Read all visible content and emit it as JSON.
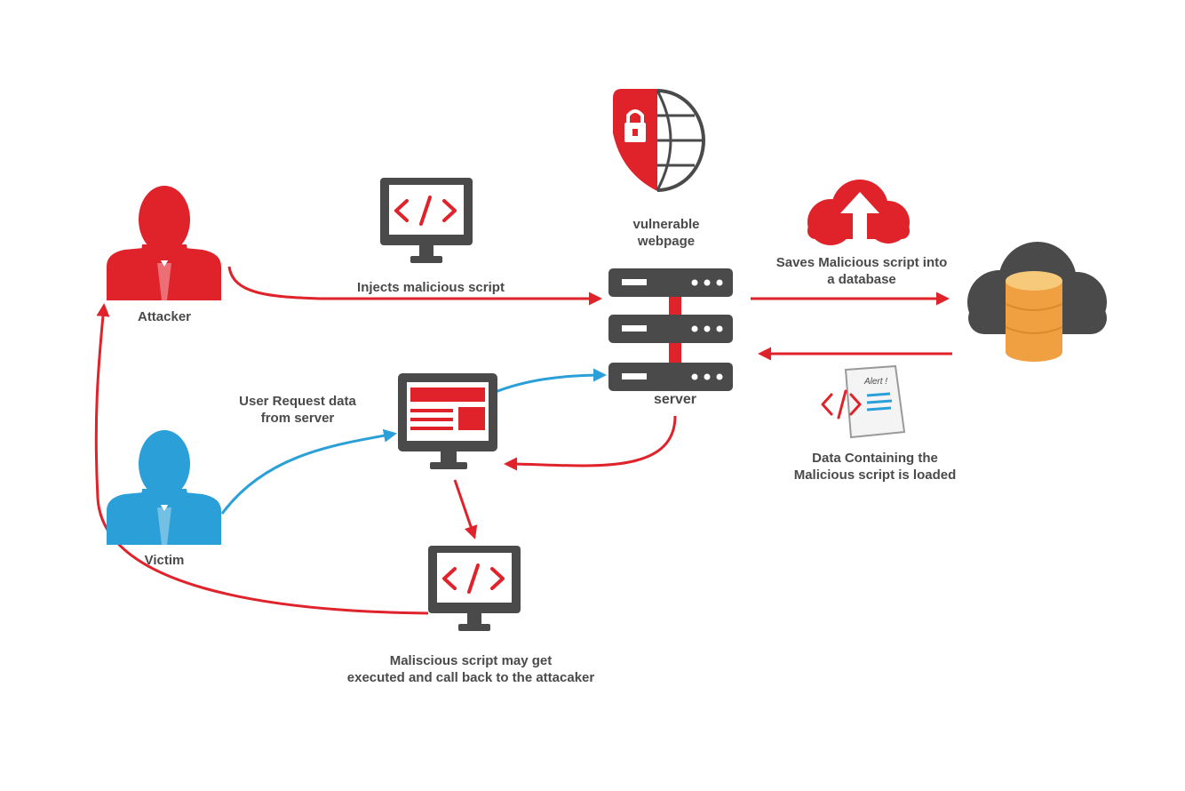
{
  "colors": {
    "attack_red": "#e0222b",
    "victim_blue": "#2a9fd8",
    "dark_gray": "#4a4a4a",
    "database_orange": "#f0a040"
  },
  "icons": {
    "attacker": "person-icon",
    "victim": "person-icon",
    "shield_globe": "shield-globe-icon",
    "code_monitor": "code-monitor-icon",
    "server": "server-stack-icon",
    "upload_cloud": "cloud-upload-icon",
    "database": "cloud-database-icon",
    "document": "code-document-icon",
    "webpage_monitor": "webpage-monitor-icon"
  },
  "labels": {
    "attacker": "Attacker",
    "victim": "Victim",
    "vulnerable_line1": "vulnerable",
    "vulnerable_line2": "webpage",
    "server": "server",
    "injects": "Injects malicious script",
    "saves_line1": "Saves Malicious script into",
    "saves_line2": "a database",
    "data_line1": "Data Containing the",
    "data_line2": "Malicious script is loaded",
    "user_request_line1": "User Request data",
    "user_request_line2": "from server",
    "executed_line1": "Maliscious script may get",
    "executed_line2": "executed and call back to the attacaker",
    "doc_header": "Alert !"
  }
}
